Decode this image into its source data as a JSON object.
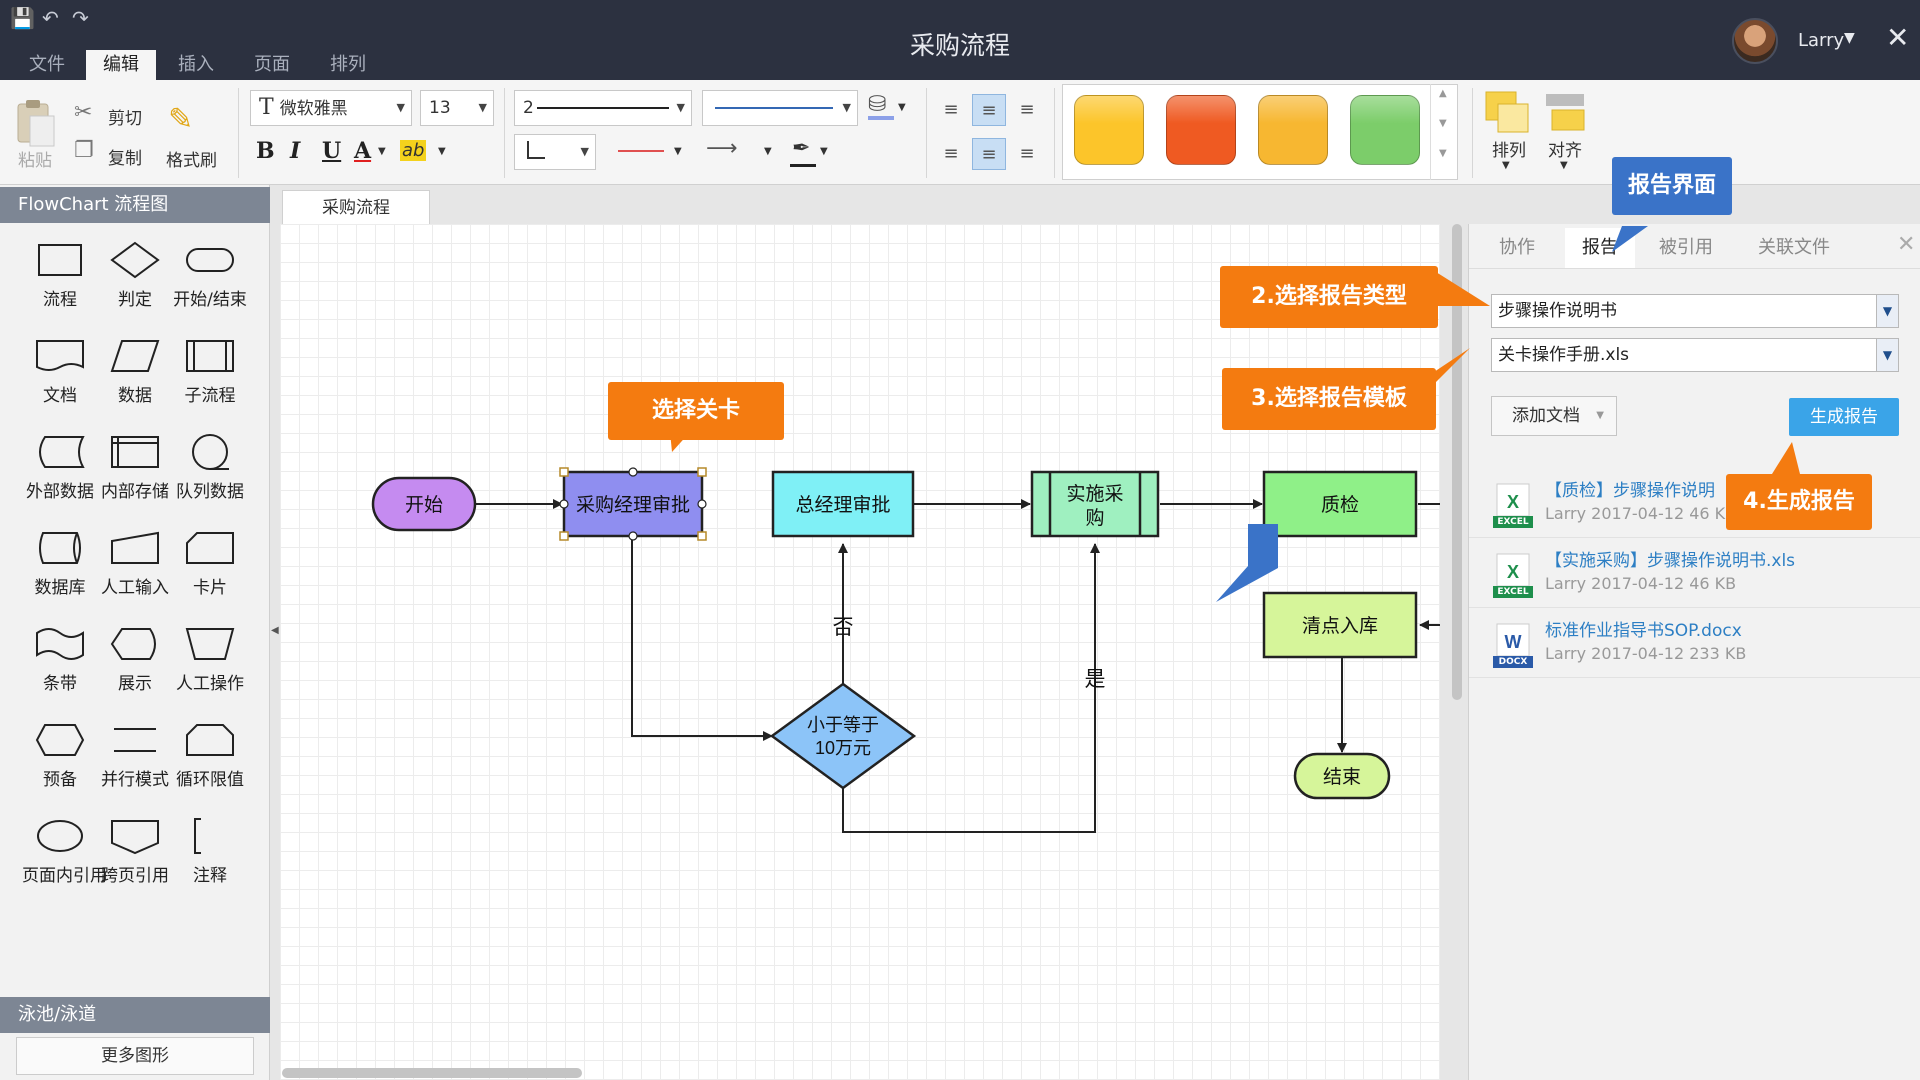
{
  "app": {
    "title": "采购流程",
    "user": "Larry"
  },
  "menu_tabs": [
    "文件",
    "编辑",
    "插入",
    "页面",
    "排列"
  ],
  "ribbon": {
    "paste": "粘贴",
    "cut": "剪切",
    "copy": "复制",
    "format_brush": "格式刷",
    "font_family": "微软雅黑",
    "font_size": "13",
    "line_width": "2",
    "bold": "B",
    "italic": "I",
    "underline": "U",
    "font_color": "A",
    "arrange": "排列",
    "align": "对齐",
    "style_colors": [
      "#fcc52a",
      "#ef5a22",
      "#f7b731",
      "#7ccd6a"
    ]
  },
  "left_panel": {
    "header": "FlowChart 流程图",
    "shapes": [
      "流程",
      "判定",
      "开始/结束",
      "文档",
      "数据",
      "子流程",
      "外部数据",
      "内部存储",
      "队列数据",
      "数据库",
      "人工输入",
      "卡片",
      "条带",
      "展示",
      "人工操作",
      "预备",
      "并行模式",
      "循环限值",
      "页面内引用",
      "跨页引用",
      "注释"
    ],
    "pool_header": "泳池/泳道",
    "more_shapes": "更多图形"
  },
  "doc_tab": "采购流程",
  "flowchart": {
    "nodes": {
      "start": "开始",
      "manager": "采购经理审批",
      "gm": "总经理审批",
      "implement": "实施采购",
      "qc": "质检",
      "stock": "清点入库",
      "end": "结束",
      "decision_line1": "小于等于",
      "decision_line2": "10万元"
    },
    "edge_labels": {
      "no": "否",
      "yes": "是"
    }
  },
  "right_panel": {
    "tabs": [
      "协作",
      "报告",
      "被引用",
      "关联文件"
    ],
    "report_type": "步骤操作说明书",
    "report_template": "关卡操作手册.xls",
    "add_doc": "添加文档",
    "generate": "生成报告",
    "files": [
      {
        "name": "【质检】步骤操作说明",
        "meta": "Larry  2017-04-12  46 K",
        "type": "EXCEL"
      },
      {
        "name": "【实施采购】步骤操作说明书.xls",
        "meta": "Larry  2017-04-12  46 KB",
        "type": "EXCEL"
      },
      {
        "name": "标准作业指导书SOP.docx",
        "meta": "Larry  2017-04-12  233 KB",
        "type": "DOCX"
      }
    ]
  },
  "callouts": {
    "report_ui": "报告界面",
    "select_gate": "选择关卡",
    "step2": "2.选择报告类型",
    "step3": "3.选择报告模板",
    "step4": "4.生成报告"
  }
}
